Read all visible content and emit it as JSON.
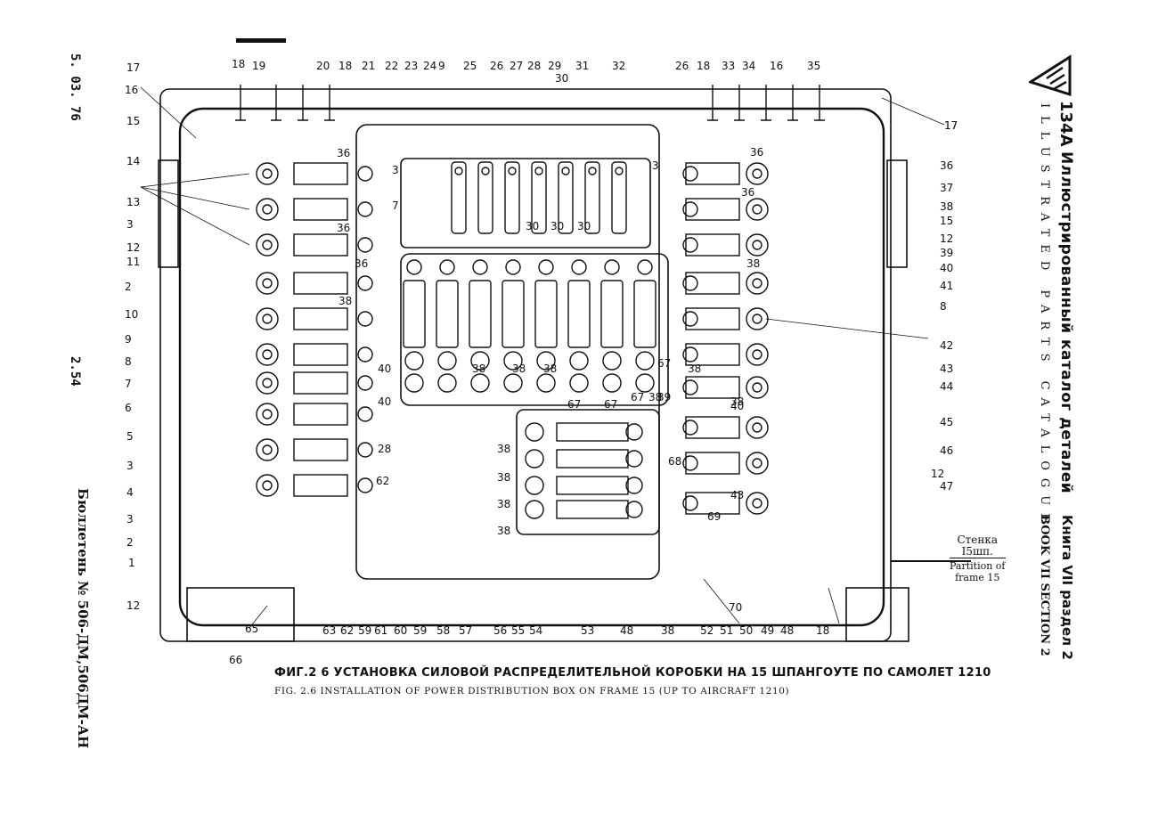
{
  "left_margin": {
    "date": "5. 03. 76",
    "page": "2.54",
    "bulletin": "Бюллетень № 506-ДМ,506ДМ-АН"
  },
  "right_margin": {
    "model": "134А",
    "title_ru": "Иллюстрированный каталог деталей",
    "title_en": "ILLUSTRATED PARTS CATALOGUE",
    "book_ru": "Книга VII раздел 2",
    "book_en": "BOOK VII SECTION 2"
  },
  "partition": {
    "ru_line1": "Стенка",
    "ru_line2": "I5шп.",
    "en_line1": "Partition of",
    "en_line2": "frame 15"
  },
  "caption": {
    "ru": "ФИГ.2 6  УСТАНОВКА СИЛОВОЙ РАСПРЕДЕЛИТЕЛЬНОЙ  КОРОБКИ НА 15 ШПАНГОУТЕ  ПО САМОЛЕТ 1210",
    "en": "FIG. 2.6 INSTALLATION OF POWER DISTRIBUTION BOX ON FRAME 15 (UP TO AIRCRAFT 1210)"
  },
  "callouts": {
    "top": [
      "17",
      "18",
      "19",
      "20",
      "18",
      "21",
      "22",
      "23",
      "24",
      "9",
      "25",
      "26",
      "27",
      "28",
      "29",
      "30",
      "31",
      "32",
      "26",
      "18",
      "33",
      "34",
      "16",
      "35",
      "17"
    ],
    "left": [
      "16",
      "15",
      "14",
      "13",
      "3",
      "12",
      "11",
      "2",
      "10",
      "9",
      "8",
      "7",
      "6",
      "5",
      "3",
      "4",
      "3",
      "2",
      "1",
      "12"
    ],
    "right": [
      "17",
      "36",
      "37",
      "38",
      "15",
      "12",
      "39",
      "40",
      "41",
      "8",
      "42",
      "43",
      "44",
      "45",
      "46",
      "12",
      "47"
    ],
    "bottom": [
      "65",
      "66",
      "63",
      "62",
      "59",
      "61",
      "60",
      "59",
      "58",
      "57",
      "56",
      "55",
      "54",
      "53",
      "48",
      "38",
      "52",
      "51",
      "50",
      "49",
      "48",
      "18",
      "70"
    ],
    "interior": [
      "36",
      "36",
      "36",
      "3",
      "7",
      "3",
      "30",
      "30",
      "30",
      "38",
      "38",
      "38",
      "40",
      "40",
      "28",
      "62",
      "38",
      "38",
      "38",
      "38",
      "67",
      "67",
      "67",
      "67",
      "38",
      "38",
      "38",
      "68",
      "69",
      "43",
      "40",
      "39",
      "36",
      "36",
      "38",
      "38"
    ]
  }
}
